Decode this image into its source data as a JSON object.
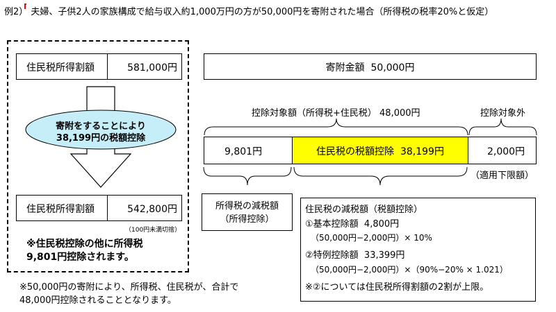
{
  "header": {
    "title": "例2） 夫婦、子供2人の家族構成で給与収入約1,000万円の方が50,000円を寄附された場合（所得税の税率20%と仮定）"
  },
  "left_panel": {
    "before": {
      "label": "住民税所得割額",
      "value": "581,000円"
    },
    "ellipse_line1": "寄附をすることにより",
    "ellipse_line2": "38,199円の税額控除",
    "after": {
      "label": "住民税所得割額",
      "value": "542,800円"
    },
    "note_small": "（100円未満切捨）",
    "note_bold_line1": "※住民税控除の他に所得税",
    "note_bold_line2": "9,801円控除されます。"
  },
  "bottom_note": {
    "line1": "※50,000円の寄附により、所得税、住民税が、合計で",
    "line2": "48,000円控除されることとなります。"
  },
  "donation": {
    "label": "寄附金額",
    "amount": "50,000円"
  },
  "deduction_target": "控除対象額（所得税+住民税） 48,000円",
  "non_target": "控除対象外",
  "bar": {
    "income_tax": "9,801円",
    "resident_label": "住民税の税額控除",
    "resident_amount": "38,199円",
    "excluded": "2,000円"
  },
  "lower_limit": "（適用下限額）",
  "income_tax_reduction": {
    "line1": "所得税の減税額",
    "line2": "（所得控除）"
  },
  "resident_reduction": {
    "title": "住民税の減税額（税額控除）",
    "basic_label": "①基本控除額",
    "basic_amount": "4,800円",
    "basic_formula": "（50,000円−2,000円）× 10%",
    "special_label": "②特例控除額",
    "special_amount": "33,399円",
    "special_formula": "（50,000円−2,000円）×（90%−20% × 1.021）",
    "note": "※②については住民税所得割額の2割が上限。"
  },
  "colors": {
    "highlight": "#ffff00",
    "ellipse": "#c6eef8",
    "border": "#000000",
    "marker": "#ff0000"
  },
  "icons": {
    "down_arrow": "down-arrow-icon",
    "brace": "curly-brace-icon"
  }
}
